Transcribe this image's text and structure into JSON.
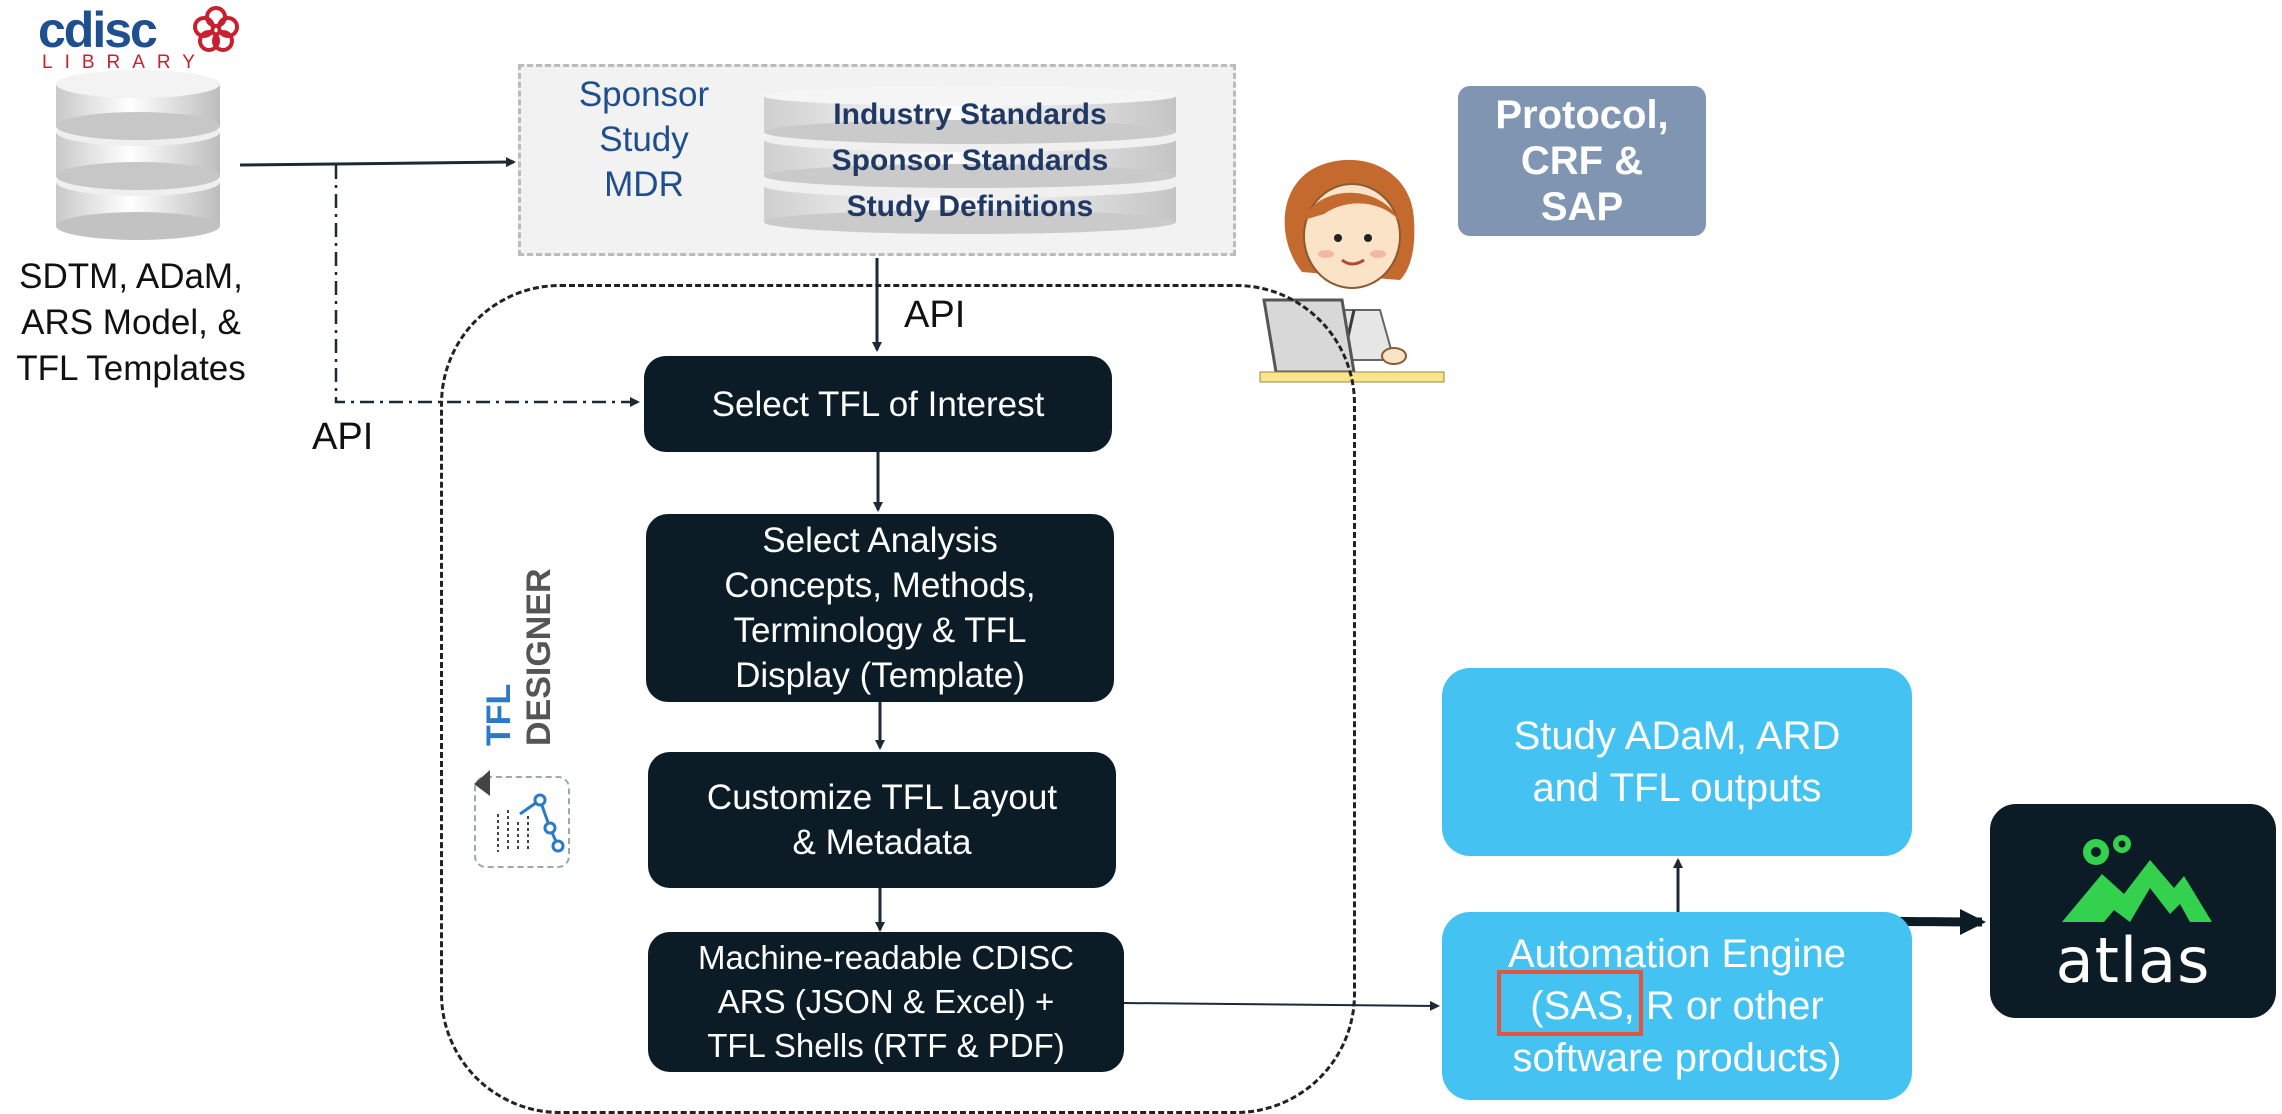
{
  "logo": {
    "text": "cdisc",
    "subtitle": "LIBRARY"
  },
  "source_text": "SDTM, ADaM,\nARS Model, &\nTFL Templates",
  "sponsor": {
    "label": "Sponsor\nStudy\nMDR",
    "disks": [
      "Industry Standards",
      "Sponsor Standards",
      "Study Definitions"
    ]
  },
  "api_labels": {
    "top": "API",
    "left": "API"
  },
  "protocol": "Protocol,\nCRF &\nSAP",
  "tfl_designer": {
    "word1": "TFL",
    "word2": "DESIGNER"
  },
  "flow_steps": [
    "Select TFL of Interest",
    "Select Analysis\nConcepts, Methods,\nTerminology & TFL\nDisplay (Template)",
    "Customize TFL Layout\n& Metadata",
    "Machine-readable CDISC\nARS (JSON & Excel) +\nTFL Shells (RTF & PDF)"
  ],
  "outputs_box": "Study ADaM, ARD\nand TFL outputs",
  "engine_box": "Automation Engine\n(SAS, R or other\nsoftware products)",
  "atlas": "atlas",
  "colors": {
    "dark": "#0c1c26",
    "cyan": "#44c3f3",
    "protocol": "#7f95b2",
    "highlight": "#e0563f",
    "mdr_text": "#1f4e8c",
    "atlas_green": "#34d14f"
  }
}
